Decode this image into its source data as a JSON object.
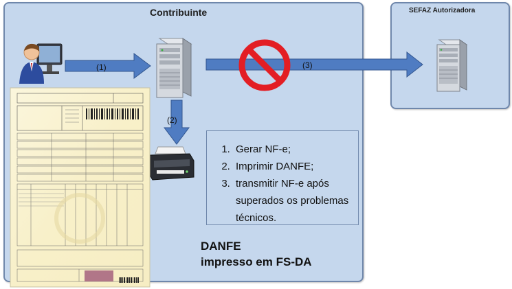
{
  "main": {
    "title": "Contribuinte",
    "arrows": {
      "user_to_server": "(1)",
      "server_to_printer": "(2)",
      "server_to_sefaz": "(3)"
    },
    "steps": [
      "Gerar NF-e;",
      "Imprimir DANFE;",
      "transmitir NF-e após superados os problemas técnicos."
    ],
    "caption_line1": "DANFE",
    "caption_line2": "impresso em FS-DA"
  },
  "sefaz": {
    "title": "SEFAZ Autorizadora"
  },
  "icons": {
    "user": "user-computer-icon",
    "server": "server-icon",
    "printer": "printer-icon",
    "blocked": "no-entry-icon",
    "document": "danfe-document-image"
  },
  "colors": {
    "panel": "#c5d7ed",
    "panel_border": "#6f87ab",
    "arrow": "#4f7cc2",
    "blocked": "#e31e24"
  }
}
